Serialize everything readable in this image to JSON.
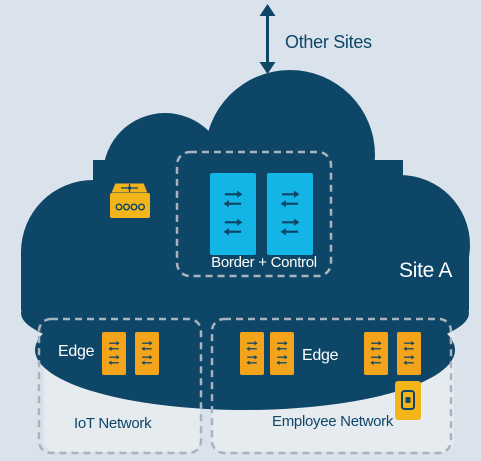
{
  "external": {
    "label": "Other Sites"
  },
  "site": {
    "name": "Site A"
  },
  "border_control": {
    "label": "Border + Control"
  },
  "iot_segment": {
    "edge_label": "Edge",
    "network_label": "IoT Network"
  },
  "employee_segment": {
    "edge_label": "Edge",
    "network_label": "Employee Network"
  },
  "icons": {
    "switch": "switch-icon",
    "wireless_controller": "wireless-controller-icon",
    "access_point": "access-point-icon"
  },
  "colors": {
    "background": "#dae3ec",
    "cloud": "#0e4668",
    "arrow": "#0e4668",
    "border_switch": "#12b5e6",
    "edge_switch": "#f4a41b",
    "controller": "#f4b51b",
    "network_panel": "#e6ebf0",
    "dashed": "#a8b3bd"
  }
}
